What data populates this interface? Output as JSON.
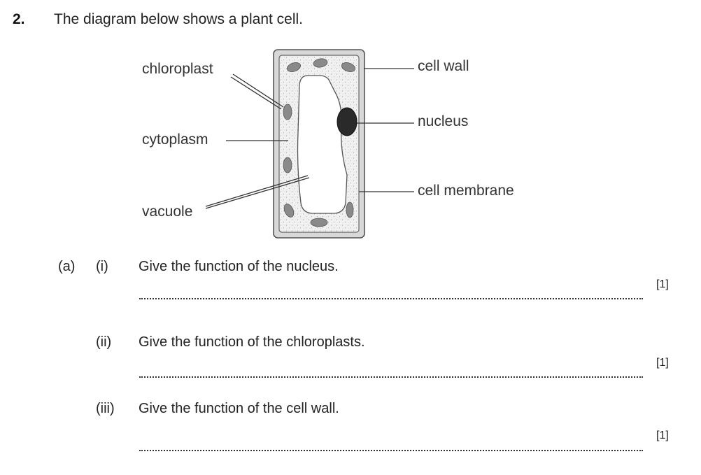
{
  "question": {
    "number": "2.",
    "stem": "The diagram below shows a plant cell."
  },
  "diagram": {
    "labels": {
      "chloroplast": "chloroplast",
      "cytoplasm": "cytoplasm",
      "vacuole": "vacuole",
      "cell_wall": "cell wall",
      "nucleus": "nucleus",
      "cell_membrane": "cell membrane"
    }
  },
  "parts": {
    "a_label": "(a)",
    "items": [
      {
        "roman": "(i)",
        "prompt": "Give the function of the nucleus.",
        "marks": "[1]"
      },
      {
        "roman": "(ii)",
        "prompt": "Give the function of the chloroplasts.",
        "marks": "[1]"
      },
      {
        "roman": "(iii)",
        "prompt": "Give the function of the cell wall.",
        "marks": "[1]"
      }
    ]
  }
}
